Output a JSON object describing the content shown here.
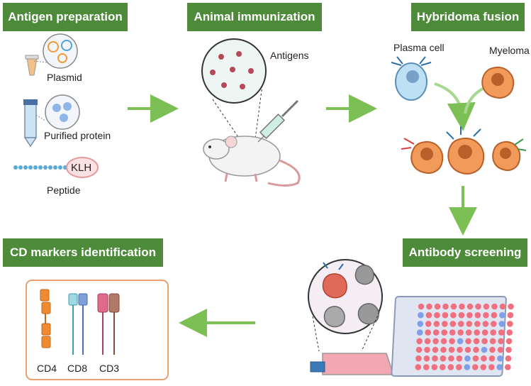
{
  "headers": {
    "antigen_preparation": "Antigen preparation",
    "animal_immunization": "Animal immunization",
    "hybridoma_fusion": "Hybridoma fusion",
    "cd_markers_identification": "CD markers identification",
    "antibody_screening": "Antibody screening"
  },
  "antigen_items": {
    "plasmid": "Plasmid",
    "purified_protein": "Purified protein",
    "klh": "KLH",
    "peptide": "Peptide"
  },
  "immunization": {
    "antigens": "Antigens"
  },
  "fusion": {
    "plasma_cell": "Plasma cell",
    "myeloma": "Myeloma"
  },
  "cd_markers": [
    "CD4",
    "CD8",
    "CD3"
  ],
  "colors": {
    "header_bg": "#4d8a3a",
    "arrow": "#7cbf55",
    "cd4": "#f08a30",
    "cd8_light": "#9fd8e0",
    "cd8_blue": "#7f9fd8",
    "cd3_pink": "#e06a8a",
    "cd3_brown": "#b07a68",
    "frame": "#e8a070"
  }
}
